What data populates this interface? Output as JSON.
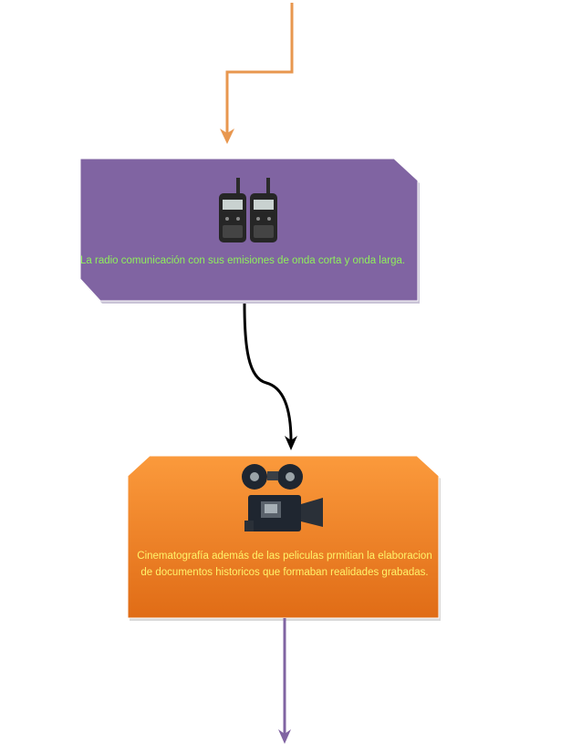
{
  "nodes": {
    "radio": {
      "text": "La radio comunicación con sus emisiones de onda corta y onda larga.",
      "fill": "#8064a2",
      "text_color": "#8fef5c",
      "icon": "walkie-talkie-icon"
    },
    "cinema": {
      "text_line1": "Cinematografía además de las peliculas prmitian la elaboracion",
      "text_line2": "de documentos historicos que formaban realidades grabadas.",
      "fill_top": "#fb9a3c",
      "fill_bottom": "#e06c16",
      "text_color": "#fff36a",
      "icon": "film-camera-icon"
    }
  },
  "connectors": {
    "top": {
      "color": "#e8974f"
    },
    "middle": {
      "color": "#000000"
    },
    "bottom": {
      "color": "#8064a2"
    }
  }
}
